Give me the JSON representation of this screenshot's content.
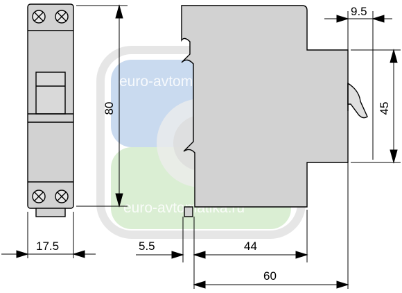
{
  "watermark": {
    "text_top": "euro-avtomatika.ru",
    "text_bottom": "euro-avtomatika.ru",
    "colors": {
      "blue": "#b7cdea",
      "green": "#cde8c4",
      "grey": "#d9d9d9"
    }
  },
  "dimensions": {
    "front_width": "17.5",
    "height": "80",
    "top_offset": "9.5",
    "handle_height": "45",
    "rail_offset": "5.5",
    "depth_to_front": "44",
    "overall_depth": "60"
  },
  "colors": {
    "body": "#d2d2d2",
    "outline": "#000000"
  }
}
